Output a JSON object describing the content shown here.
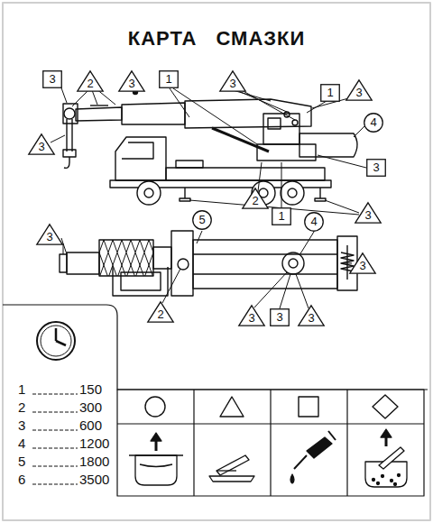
{
  "diagram": {
    "title": "КАРТА СМАЗКИ",
    "nodes": [
      {
        "text": [
          "3"
        ]
      },
      {
        "text": [
          "2"
        ]
      },
      {
        "text": [
          "3"
        ]
      },
      {
        "text": [
          "1"
        ]
      },
      {
        "text": [
          "3"
        ]
      },
      {
        "text": [
          "1"
        ]
      },
      {
        "text": [
          "3"
        ]
      },
      {
        "text": [
          "4"
        ]
      },
      {
        "text": [
          "3"
        ]
      },
      {
        "text": [
          "3"
        ]
      },
      {
        "text": [
          "2"
        ]
      },
      {
        "text": [
          "1"
        ]
      },
      {
        "text": [
          "3"
        ]
      },
      {
        "text": [
          "5"
        ]
      },
      {
        "text": [
          "4"
        ]
      },
      {
        "text": [
          "3"
        ]
      },
      {
        "text": [
          "3"
        ]
      },
      {
        "text": [
          "2"
        ]
      },
      {
        "text": [
          "3"
        ]
      },
      {
        "text": [
          "3"
        ]
      },
      {
        "text": [
          "3"
        ]
      }
    ],
    "labels": [
      "1",
      "150",
      "2",
      "300",
      "3",
      "600",
      "4",
      "1200",
      "5",
      "1800",
      "6",
      "3500"
    ]
  }
}
